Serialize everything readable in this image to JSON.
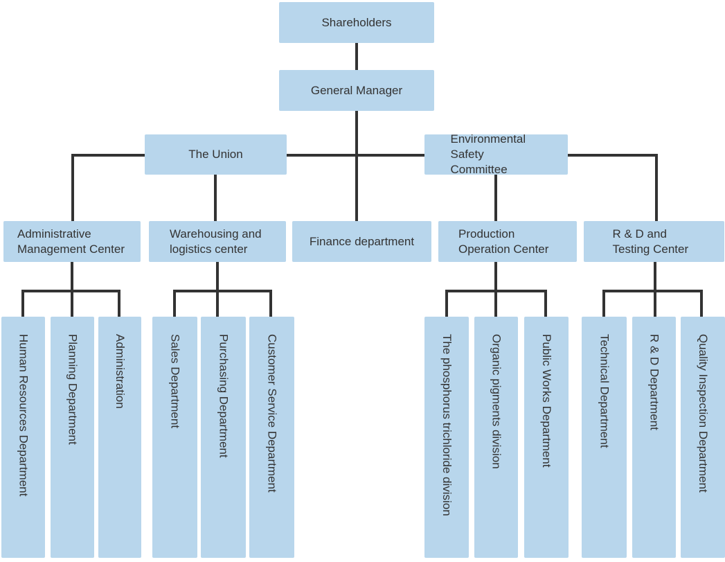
{
  "diagram": {
    "type": "org-chart",
    "nodes": {
      "shareholders": "Shareholders",
      "general_manager": "General Manager",
      "the_union": "The Union",
      "environmental_safety_committee": "Environmental Safety Committee",
      "administrative_management_center": "Administrative Management Center",
      "warehousing_logistics_center": "Warehousing and logistics center",
      "finance_department": "Finance department",
      "production_operation_center": "Production Operation Center",
      "rd_testing_center": "R & D and Testing Center",
      "human_resources_department": "Human Resources Department",
      "planning_department": "Planning Department",
      "administration": "Administration",
      "sales_department": "Sales Department",
      "purchasing_department": "Purchasing Department",
      "customer_service_department": "Customer Service Department",
      "phosphorus_trichloride_division": "The phosphorus trichloride division",
      "organic_pigments_division": "Organic pigments division",
      "public_works_department": "Public Works Department",
      "technical_department": "Technical Department",
      "rd_department": "R & D Department",
      "quality_inspection_department": "Quality Inspection Department"
    },
    "edges": [
      {
        "from": "Shareholders",
        "to": "General Manager"
      },
      {
        "from": "General Manager",
        "to": "The Union"
      },
      {
        "from": "General Manager",
        "to": "Environmental Safety Committee"
      },
      {
        "from": "General Manager",
        "to": "Finance department"
      },
      {
        "from": "The Union",
        "to": "Administrative Management Center"
      },
      {
        "from": "The Union",
        "to": "Warehousing and logistics center"
      },
      {
        "from": "Environmental Safety Committee",
        "to": "Production Operation Center"
      },
      {
        "from": "Environmental Safety Committee",
        "to": "R & D and Testing Center"
      },
      {
        "from": "Administrative Management Center",
        "to": "Human Resources Department"
      },
      {
        "from": "Administrative Management Center",
        "to": "Planning Department"
      },
      {
        "from": "Administrative Management Center",
        "to": "Administration"
      },
      {
        "from": "Warehousing and logistics center",
        "to": "Sales Department"
      },
      {
        "from": "Warehousing and logistics center",
        "to": "Purchasing Department"
      },
      {
        "from": "Warehousing and logistics center",
        "to": "Customer Service Department"
      },
      {
        "from": "Production Operation Center",
        "to": "The phosphorus trichloride division"
      },
      {
        "from": "Production Operation Center",
        "to": "Organic pigments division"
      },
      {
        "from": "Production Operation Center",
        "to": "Public Works Department"
      },
      {
        "from": "R & D and Testing Center",
        "to": "Technical Department"
      },
      {
        "from": "R & D and Testing Center",
        "to": "R & D Department"
      },
      {
        "from": "R & D and Testing Center",
        "to": "Quality Inspection Department"
      }
    ],
    "colors": {
      "box_fill": "#b8d6ec",
      "connector": "#333333",
      "text": "#333333",
      "background": "#ffffff"
    }
  }
}
